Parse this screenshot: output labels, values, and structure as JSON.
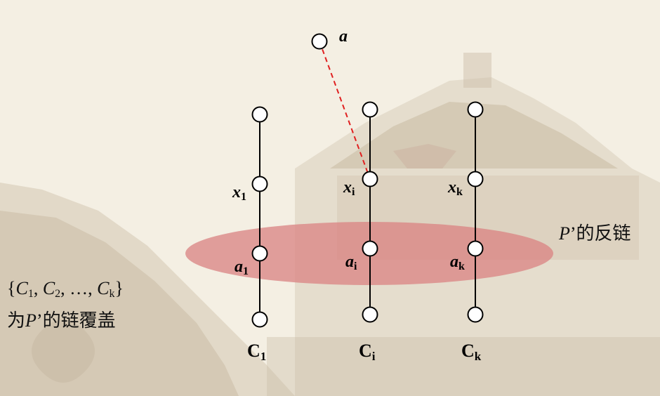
{
  "top_node": {
    "label": "a"
  },
  "chains": [
    {
      "name": "C",
      "sub": "1",
      "x_label": "x",
      "x_sub": "1",
      "a_label": "a",
      "a_sub": "1"
    },
    {
      "name": "C",
      "sub": "i",
      "x_label": "x",
      "x_sub": "i",
      "a_label": "a",
      "a_sub": "i"
    },
    {
      "name": "C",
      "sub": "k",
      "x_label": "x",
      "x_sub": "k",
      "a_label": "a",
      "a_sub": "k"
    }
  ],
  "antichain_label": {
    "P": "P",
    "rest": "’的反链"
  },
  "cover_text": {
    "line1": {
      "open": "{",
      "c": "C",
      "sub1": "1",
      "sub2": "2",
      "sub3": "k",
      "sep": ", ",
      "dots": "…",
      "close": "}"
    },
    "line2": {
      "prefix": "为",
      "P": "P",
      "rest": "’的链覆盖"
    }
  },
  "colors": {
    "ellipse_fill": "#d98282",
    "dashed_edge": "#e02020",
    "background": "#f4efe3"
  }
}
